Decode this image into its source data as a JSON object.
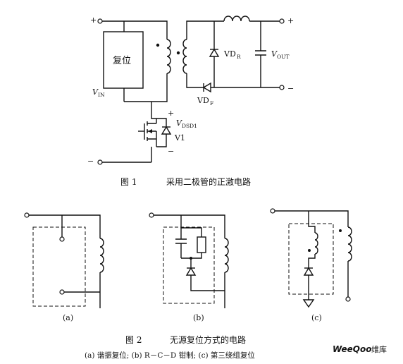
{
  "fig1": {
    "reset_block": "复位",
    "vin_label": "V",
    "vin_sub": "IN",
    "vdr_label": "VD",
    "vdr_sub": "R",
    "vdf_label": "VD",
    "vdf_sub": "F",
    "vout_label": "V",
    "vout_sub": "OUT",
    "vdsd_label": "V",
    "vdsd_sub": "DSD1",
    "switch_label": "V1",
    "plus": "+",
    "minus": "−",
    "caption_num": "图  1",
    "caption_text": "采用二极管的正激电路"
  },
  "fig2": {
    "sub_a": "(a)",
    "sub_b": "(b)",
    "sub_c": "(c)",
    "caption_num": "图  2",
    "caption_text": "无源复位方式的电路",
    "caption_detail": "(a) 谐振复位; (b) R－C－D 钳制; (c) 第三绕组复位"
  },
  "watermark": {
    "brand": "WeeQoo",
    "suffix": "维库"
  }
}
